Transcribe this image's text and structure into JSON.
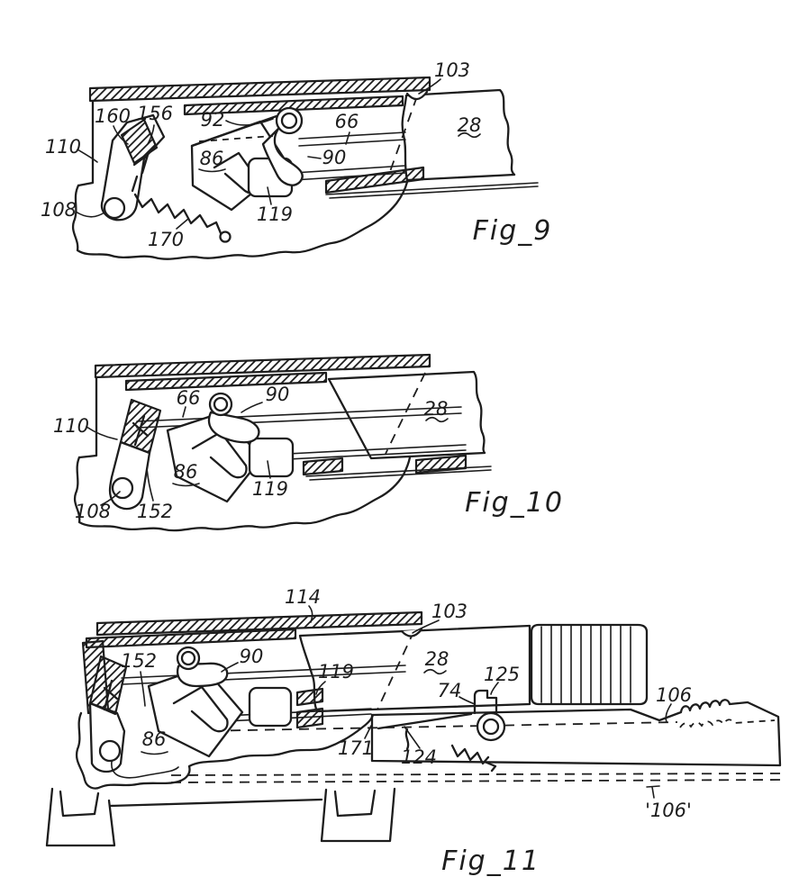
{
  "sheet": {
    "background": "#ffffff",
    "ink": "#1d1d1d"
  },
  "fig9": {
    "caption": "Fig_9",
    "labels": {
      "n103": "103",
      "n160": "160",
      "n156": "156",
      "n92": "92",
      "n66": "66",
      "n28": "28",
      "n110": "110",
      "n86": "86",
      "n90": "90",
      "n119": "119",
      "n108": "108",
      "n170": "170"
    }
  },
  "fig10": {
    "caption": "Fig_10",
    "labels": {
      "n66": "66",
      "n90": "90",
      "n110": "110",
      "n28": "28",
      "n86": "86",
      "n119": "119",
      "n108": "108",
      "n152": "152"
    }
  },
  "fig11": {
    "caption": "Fig_11",
    "labels": {
      "n114": "114",
      "n103": "103",
      "n152": "152",
      "n90": "90",
      "n119": "119",
      "n28": "28",
      "n125": "125",
      "n74": "74",
      "n106": "106",
      "n86": "86",
      "n171": "171",
      "n124": "124",
      "n106p": "'106'"
    }
  }
}
